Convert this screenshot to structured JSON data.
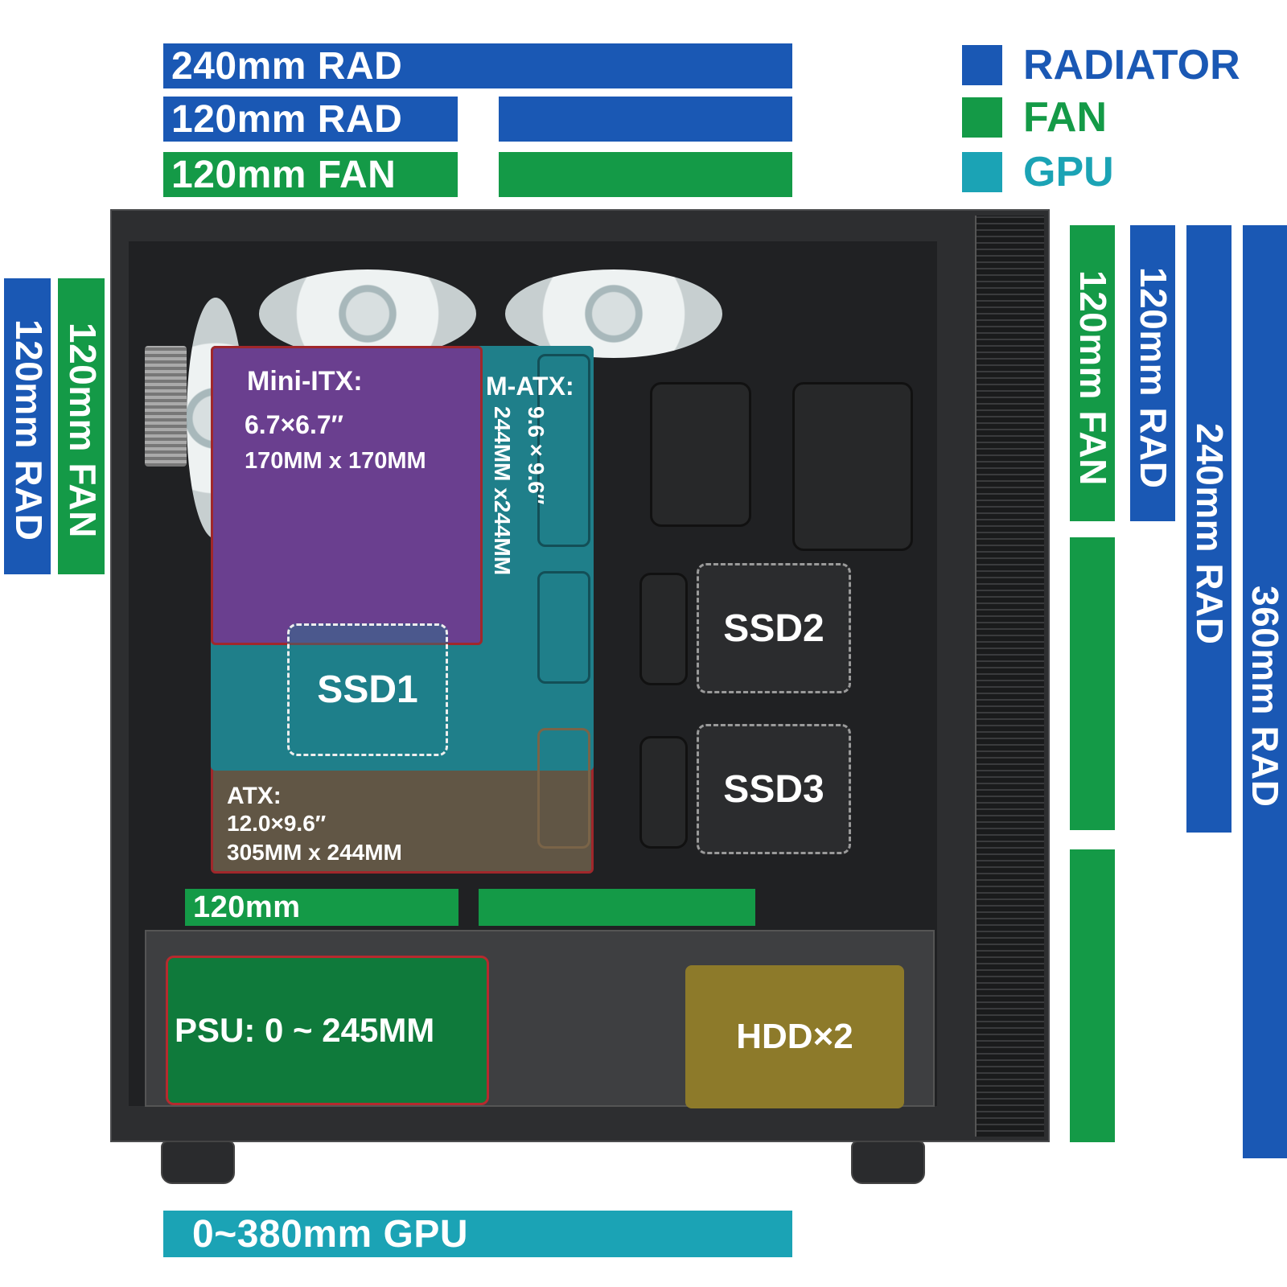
{
  "top_bars": {
    "rad240": "240mm RAD",
    "rad120": "120mm RAD",
    "fan120": "120mm FAN"
  },
  "legend": {
    "radiator": "RADIATOR",
    "fan": "FAN",
    "gpu": "GPU",
    "radiator_color": "#1a58b4",
    "fan_color": "#149a47",
    "gpu_color": "#1ba3b5"
  },
  "left_bars": {
    "rad120": "120mm RAD",
    "fan120": "120mm FAN"
  },
  "right_bars": {
    "fan120": "120mm FAN",
    "rad120": "120mm RAD",
    "rad240": "240mm RAD",
    "rad360": "360mm RAD"
  },
  "boards": {
    "mini_itx_title": "Mini-ITX:",
    "mini_itx_inch": "6.7×6.7″",
    "mini_itx_mm": "170MM x 170MM",
    "matx_title": "M-ATX:",
    "matx_inch": "9.6×9.6″",
    "matx_mm": "244MM x244MM",
    "atx_title": "ATX:",
    "atx_inch": "12.0×9.6″",
    "atx_mm": "305MM x 244MM"
  },
  "drives": {
    "ssd1": "SSD1",
    "ssd2": "SSD2",
    "ssd3": "SSD3",
    "hdd": "HDD×2"
  },
  "bottom": {
    "fan_label": "120mm",
    "psu_label": "PSU:  0 ~ 245MM",
    "gpu_label": "0~380mm GPU"
  }
}
